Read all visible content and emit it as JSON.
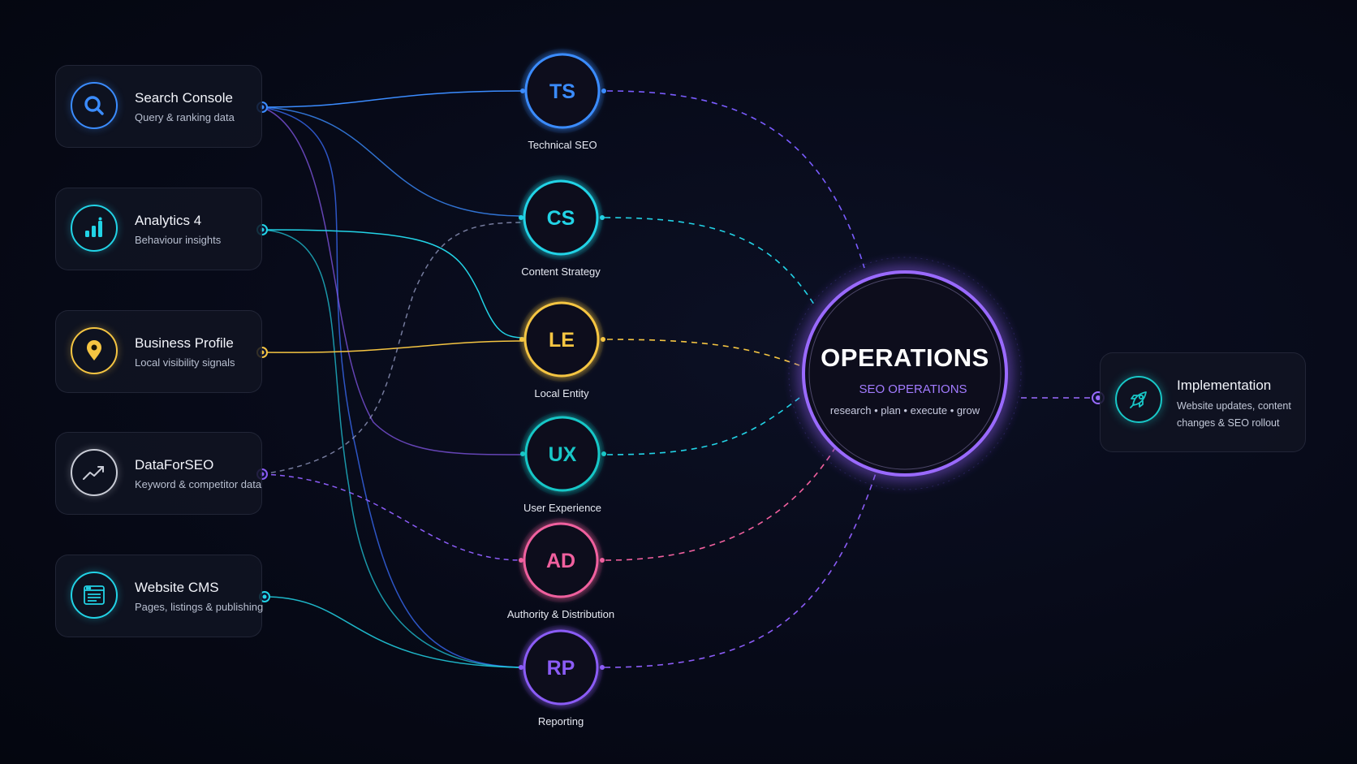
{
  "colors": {
    "background": "#070a18",
    "blue": "#3b8cff",
    "cyan": "#22d3e6",
    "yellow": "#f5c542",
    "teal": "#19c7c7",
    "pink": "#f0609e",
    "purple": "#8b5cf6",
    "violet": "#9a6bff",
    "white": "#f2f4fa"
  },
  "sources": [
    {
      "id": "search-console",
      "title": "Search Console",
      "subtitle": "Query & ranking data",
      "icon": "search-icon",
      "color": "#3b8cff"
    },
    {
      "id": "analytics-4",
      "title": "Analytics 4",
      "subtitle": "Behaviour insights",
      "icon": "bar-chart-icon",
      "color": "#22d3e6"
    },
    {
      "id": "business-profile",
      "title": "Business Profile",
      "subtitle": "Local visibility signals",
      "icon": "map-pin-icon",
      "color": "#f5c542"
    },
    {
      "id": "dataforseo",
      "title": "DataForSEO",
      "subtitle": "Keyword & competitor data",
      "icon": "trend-line-icon",
      "color": "#c9ccd6"
    },
    {
      "id": "website-cms",
      "title": "Website CMS",
      "subtitle": "Pages, listings & publishing",
      "icon": "browser-window-icon",
      "color": "#22d3e6"
    }
  ],
  "hubs": [
    {
      "id": "ts",
      "abbr": "TS",
      "label": "Technical SEO",
      "color": "#3b8cff"
    },
    {
      "id": "cs",
      "abbr": "CS",
      "label": "Content Strategy",
      "color": "#22d3e6"
    },
    {
      "id": "le",
      "abbr": "LE",
      "label": "Local Entity",
      "color": "#f5c542"
    },
    {
      "id": "ux",
      "abbr": "UX",
      "label": "User Experience",
      "color": "#19c7c7"
    },
    {
      "id": "ad",
      "abbr": "AD",
      "label": "Authority & Distribution",
      "color": "#f0609e"
    },
    {
      "id": "rp",
      "abbr": "RP",
      "label": "Reporting",
      "color": "#8b5cf6"
    }
  ],
  "operations": {
    "title": "OPERATIONS",
    "subtitle": "SEO OPERATIONS",
    "tagline": "research • plan • execute • grow",
    "color": "#9a6bff"
  },
  "implementation": {
    "title": "Implementation",
    "description": "Website updates, content changes & SEO rollout",
    "icon": "rocket-icon",
    "color": "#19c7c7"
  }
}
